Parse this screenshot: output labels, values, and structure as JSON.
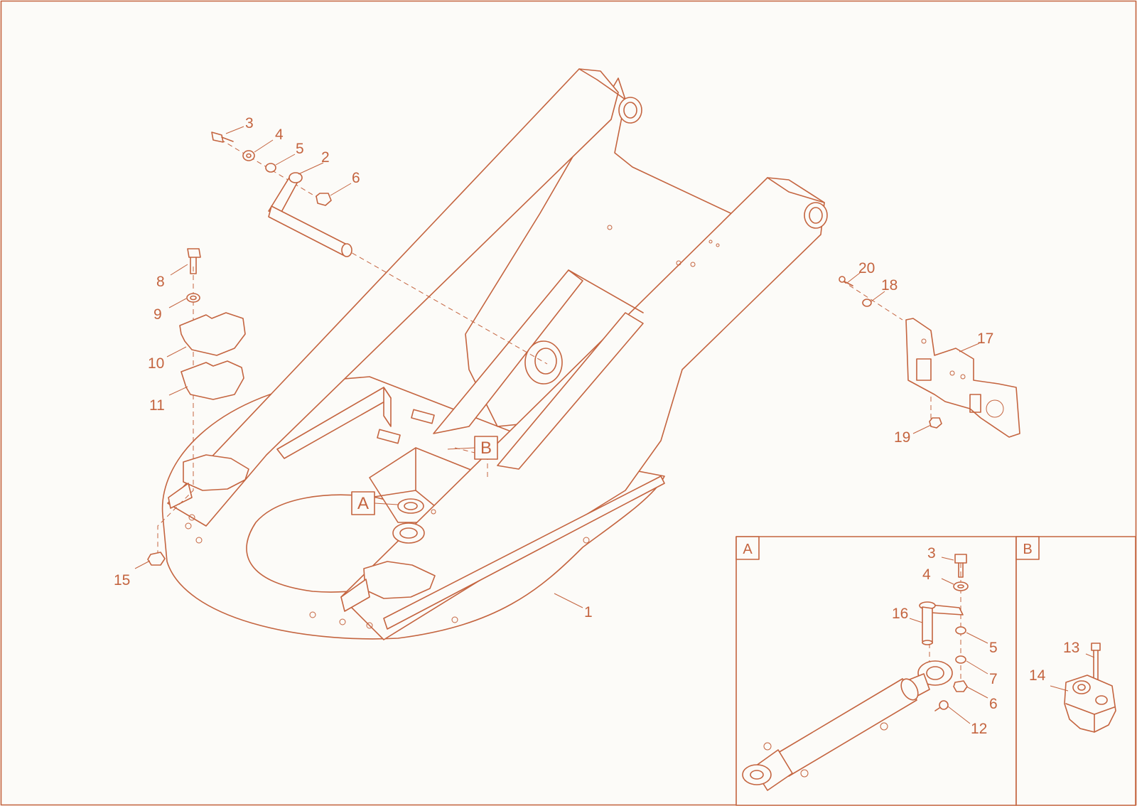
{
  "diagram": {
    "callouts": [
      "3",
      "4",
      "5",
      "2",
      "6",
      "8",
      "9",
      "10",
      "11",
      "15",
      "1",
      "20",
      "18",
      "17",
      "19"
    ],
    "detail_markers": [
      "A",
      "B"
    ],
    "inset_A": {
      "label": "A",
      "callouts": [
        "3",
        "4",
        "16",
        "5",
        "7",
        "6",
        "12"
      ]
    },
    "inset_B": {
      "label": "B",
      "callouts": [
        "13",
        "14"
      ]
    }
  },
  "colors": {
    "line": "#c4643f",
    "background": "#fcfbf8"
  }
}
